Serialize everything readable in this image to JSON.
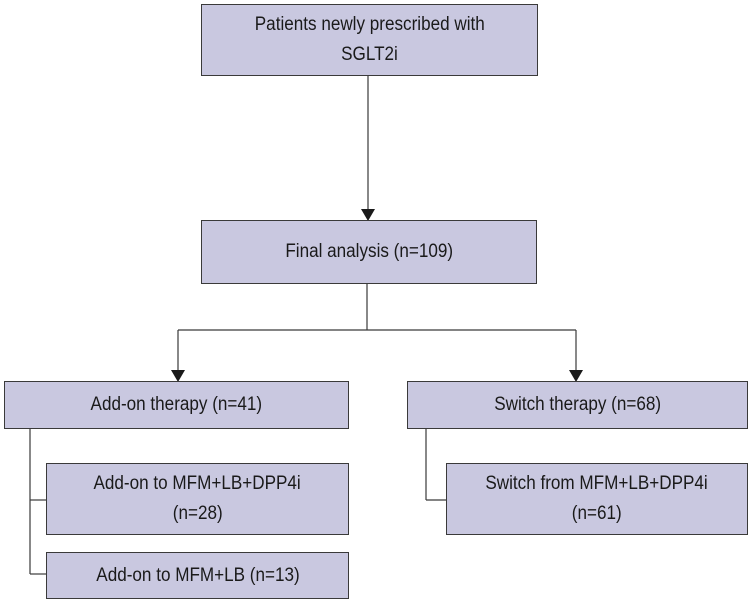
{
  "diagram": {
    "top": {
      "line1": "Patients newly prescribed with",
      "line2": "SGLT2i"
    },
    "final": {
      "label": "Final analysis (n=109)"
    },
    "addon": {
      "label": "Add-on therapy (n=41)",
      "sub1_line1": "Add-on to MFM+LB+DPP4i",
      "sub1_line2": "(n=28)",
      "sub2": "Add-on to MFM+LB (n=13)"
    },
    "switch": {
      "label": "Switch therapy (n=68)",
      "sub1_line1": "Switch from MFM+LB+DPP4i",
      "sub1_line2": "(n=61)"
    }
  },
  "colors": {
    "box_fill": "#c9c8e0",
    "box_border": "#3a3a3a",
    "line": "#3a3a3a"
  }
}
